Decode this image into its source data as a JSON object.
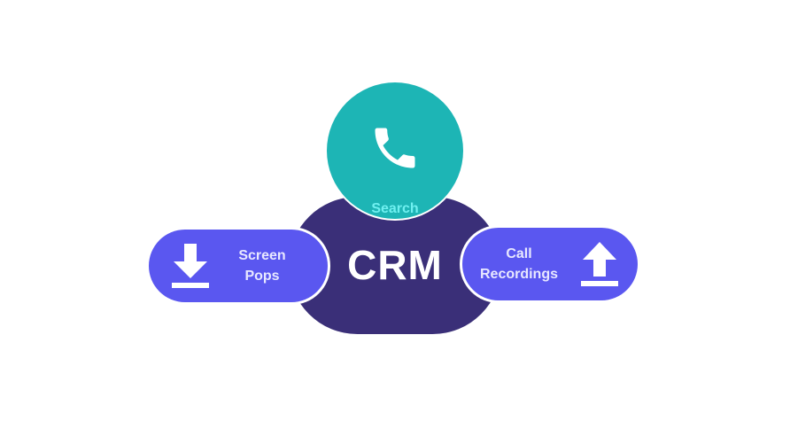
{
  "diagram": {
    "center_label": "CRM",
    "top_node": {
      "label": "Search",
      "icon": "phone-icon"
    },
    "left_node": {
      "line1": "Screen",
      "line2": "Pops",
      "icon": "download-icon"
    },
    "right_node": {
      "line1": "Call",
      "line2": "Recordings",
      "icon": "upload-icon"
    }
  },
  "colors": {
    "crm_body": "#3a2f78",
    "phone_circle": "#1db5b5",
    "search_text": "#6ff0f0",
    "pill": "#5a57f0",
    "white": "#ffffff"
  }
}
